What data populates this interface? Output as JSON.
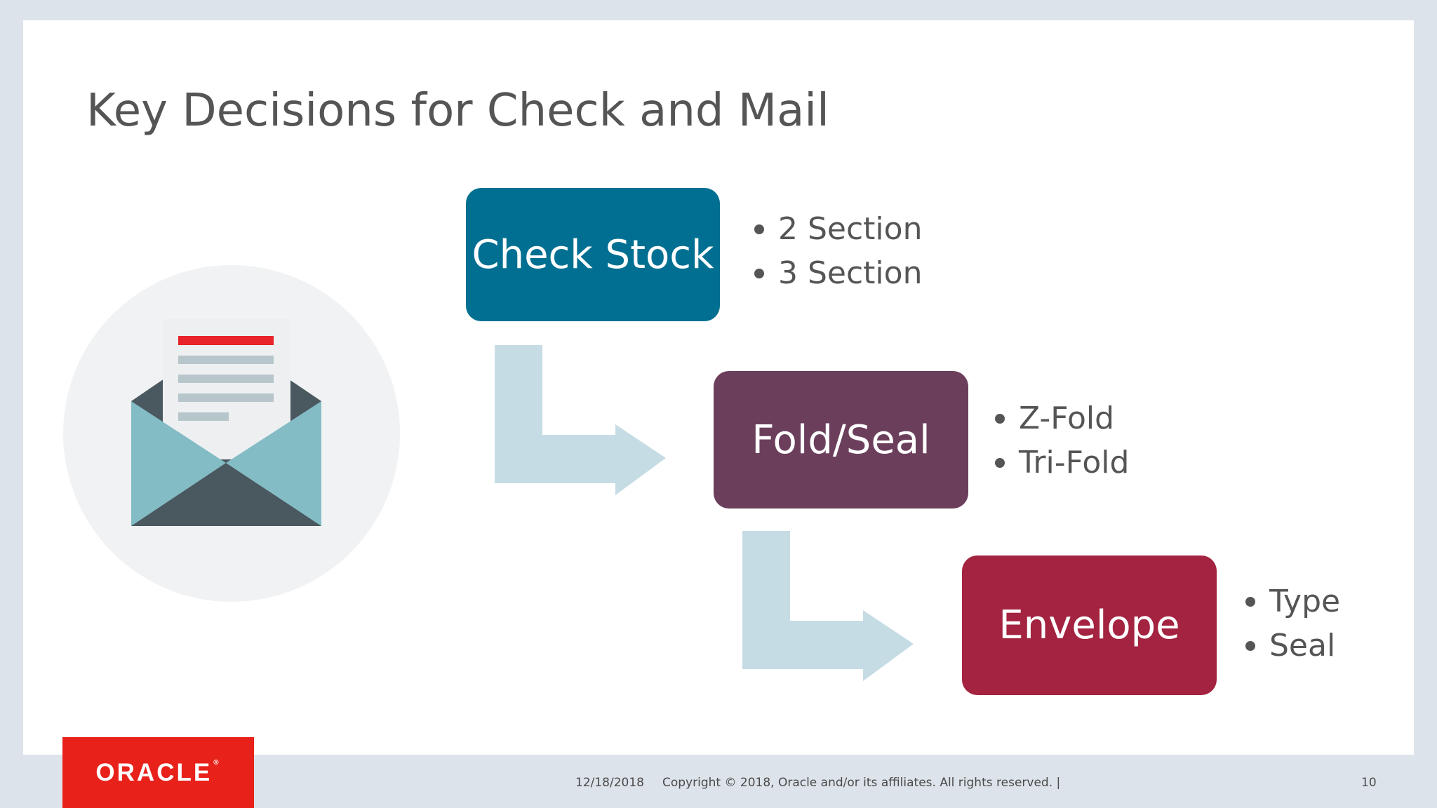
{
  "slide": {
    "title": "Key Decisions for Check and Mail"
  },
  "steps": [
    {
      "label": "Check Stock",
      "color": "#006f91",
      "options": [
        "2 Section",
        "3 Section"
      ]
    },
    {
      "label": "Fold/Seal",
      "color": "#6b3f5c",
      "options": [
        "Z-Fold",
        "Tri-Fold"
      ]
    },
    {
      "label": "Envelope",
      "color": "#a32340",
      "options": [
        "Type",
        "Seal"
      ]
    }
  ],
  "illustration": {
    "icon": "open-envelope-with-letter-icon"
  },
  "colors": {
    "arrow": "#c6dce5",
    "brand_red": "#e8211b",
    "text_gray": "#555555"
  },
  "footer": {
    "logo_text": "ORACLE",
    "logo_mark": "®",
    "date": "12/18/2018",
    "copyright": "Copyright © 2018, Oracle and/or its affiliates. All rights reserved.  |",
    "page_number": "10"
  }
}
